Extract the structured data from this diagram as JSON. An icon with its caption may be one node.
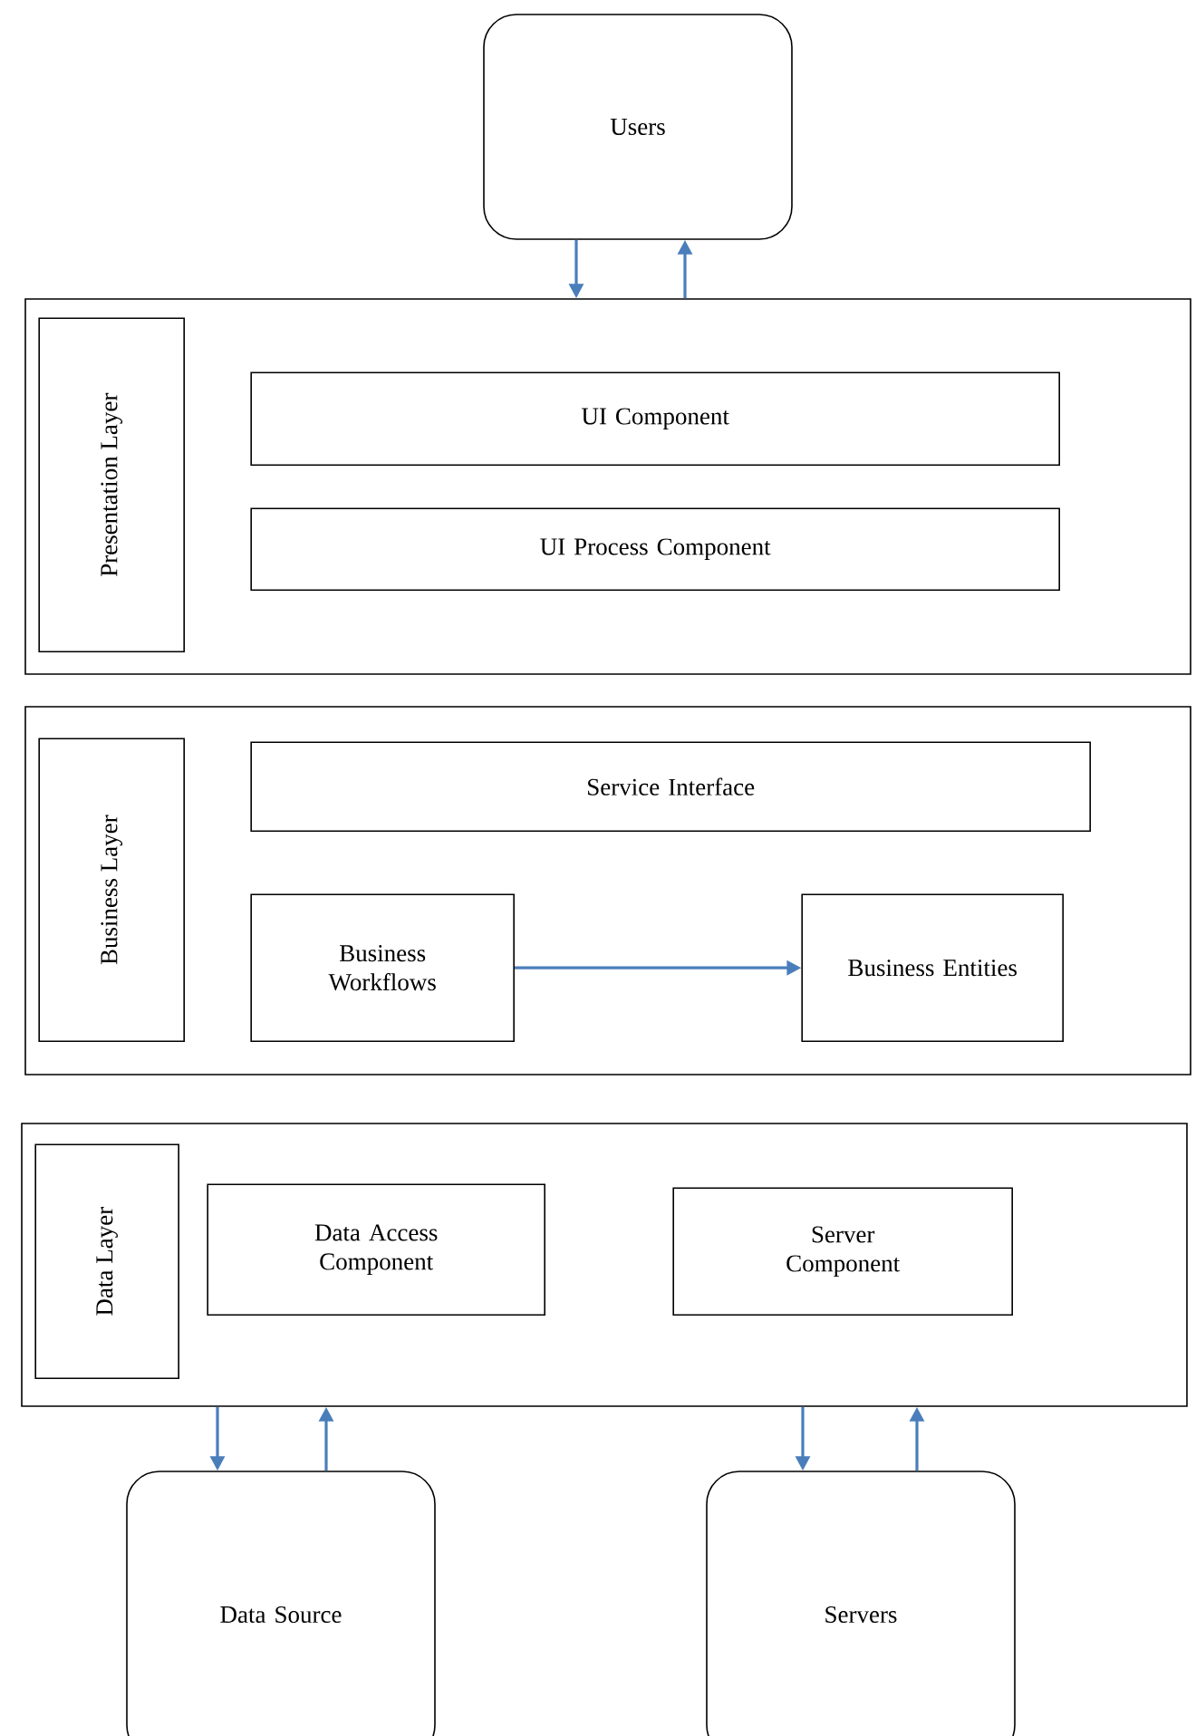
{
  "diagram": {
    "nodes": [
      {
        "text": [
          "Users"
        ]
      },
      {
        "text": [],
        "shape": "box"
      },
      {
        "text": [
          "Presentation Layer"
        ],
        "in": 1
      },
      {
        "text": [
          "UI Component"
        ],
        "in": 1
      },
      {
        "text": [
          "UI Process Component"
        ],
        "in": 1
      },
      {
        "text": [],
        "shape": "box"
      },
      {
        "text": [
          "Business Layer"
        ],
        "in": 5
      },
      {
        "text": [
          "Service Interface"
        ],
        "in": 5
      },
      {
        "text": [
          "Business Workflows"
        ],
        "in": 5
      },
      {
        "text": [
          "Business Entities"
        ],
        "in": 5
      },
      {
        "text": [],
        "shape": "box"
      },
      {
        "text": [
          "Data Layer"
        ],
        "in": 10
      },
      {
        "text": [
          "Data Access Component"
        ],
        "in": 10
      },
      {
        "text": [
          "Server Component"
        ],
        "in": 10
      },
      {
        "text": [
          "Data Source"
        ]
      },
      {
        "text": [
          "Servers"
        ]
      }
    ],
    "edges": [
      {
        "from": 0,
        "to": 1,
        "arrow": "to",
        "color": "#4a7ebb"
      },
      {
        "from": 1,
        "to": 0,
        "arrow": "to",
        "color": "#4a7ebb"
      },
      {
        "from": 8,
        "to": 9,
        "arrow": "to",
        "color": "#4a7ebb"
      },
      {
        "from": 10,
        "to": 14,
        "arrow": "to",
        "color": "#4a7ebb"
      },
      {
        "from": 14,
        "to": 10,
        "arrow": "to",
        "color": "#4a7ebb"
      },
      {
        "from": 10,
        "to": 15,
        "arrow": "to",
        "color": "#4a7ebb"
      },
      {
        "from": 15,
        "to": 10,
        "arrow": "to",
        "color": "#4a7ebb"
      }
    ]
  }
}
